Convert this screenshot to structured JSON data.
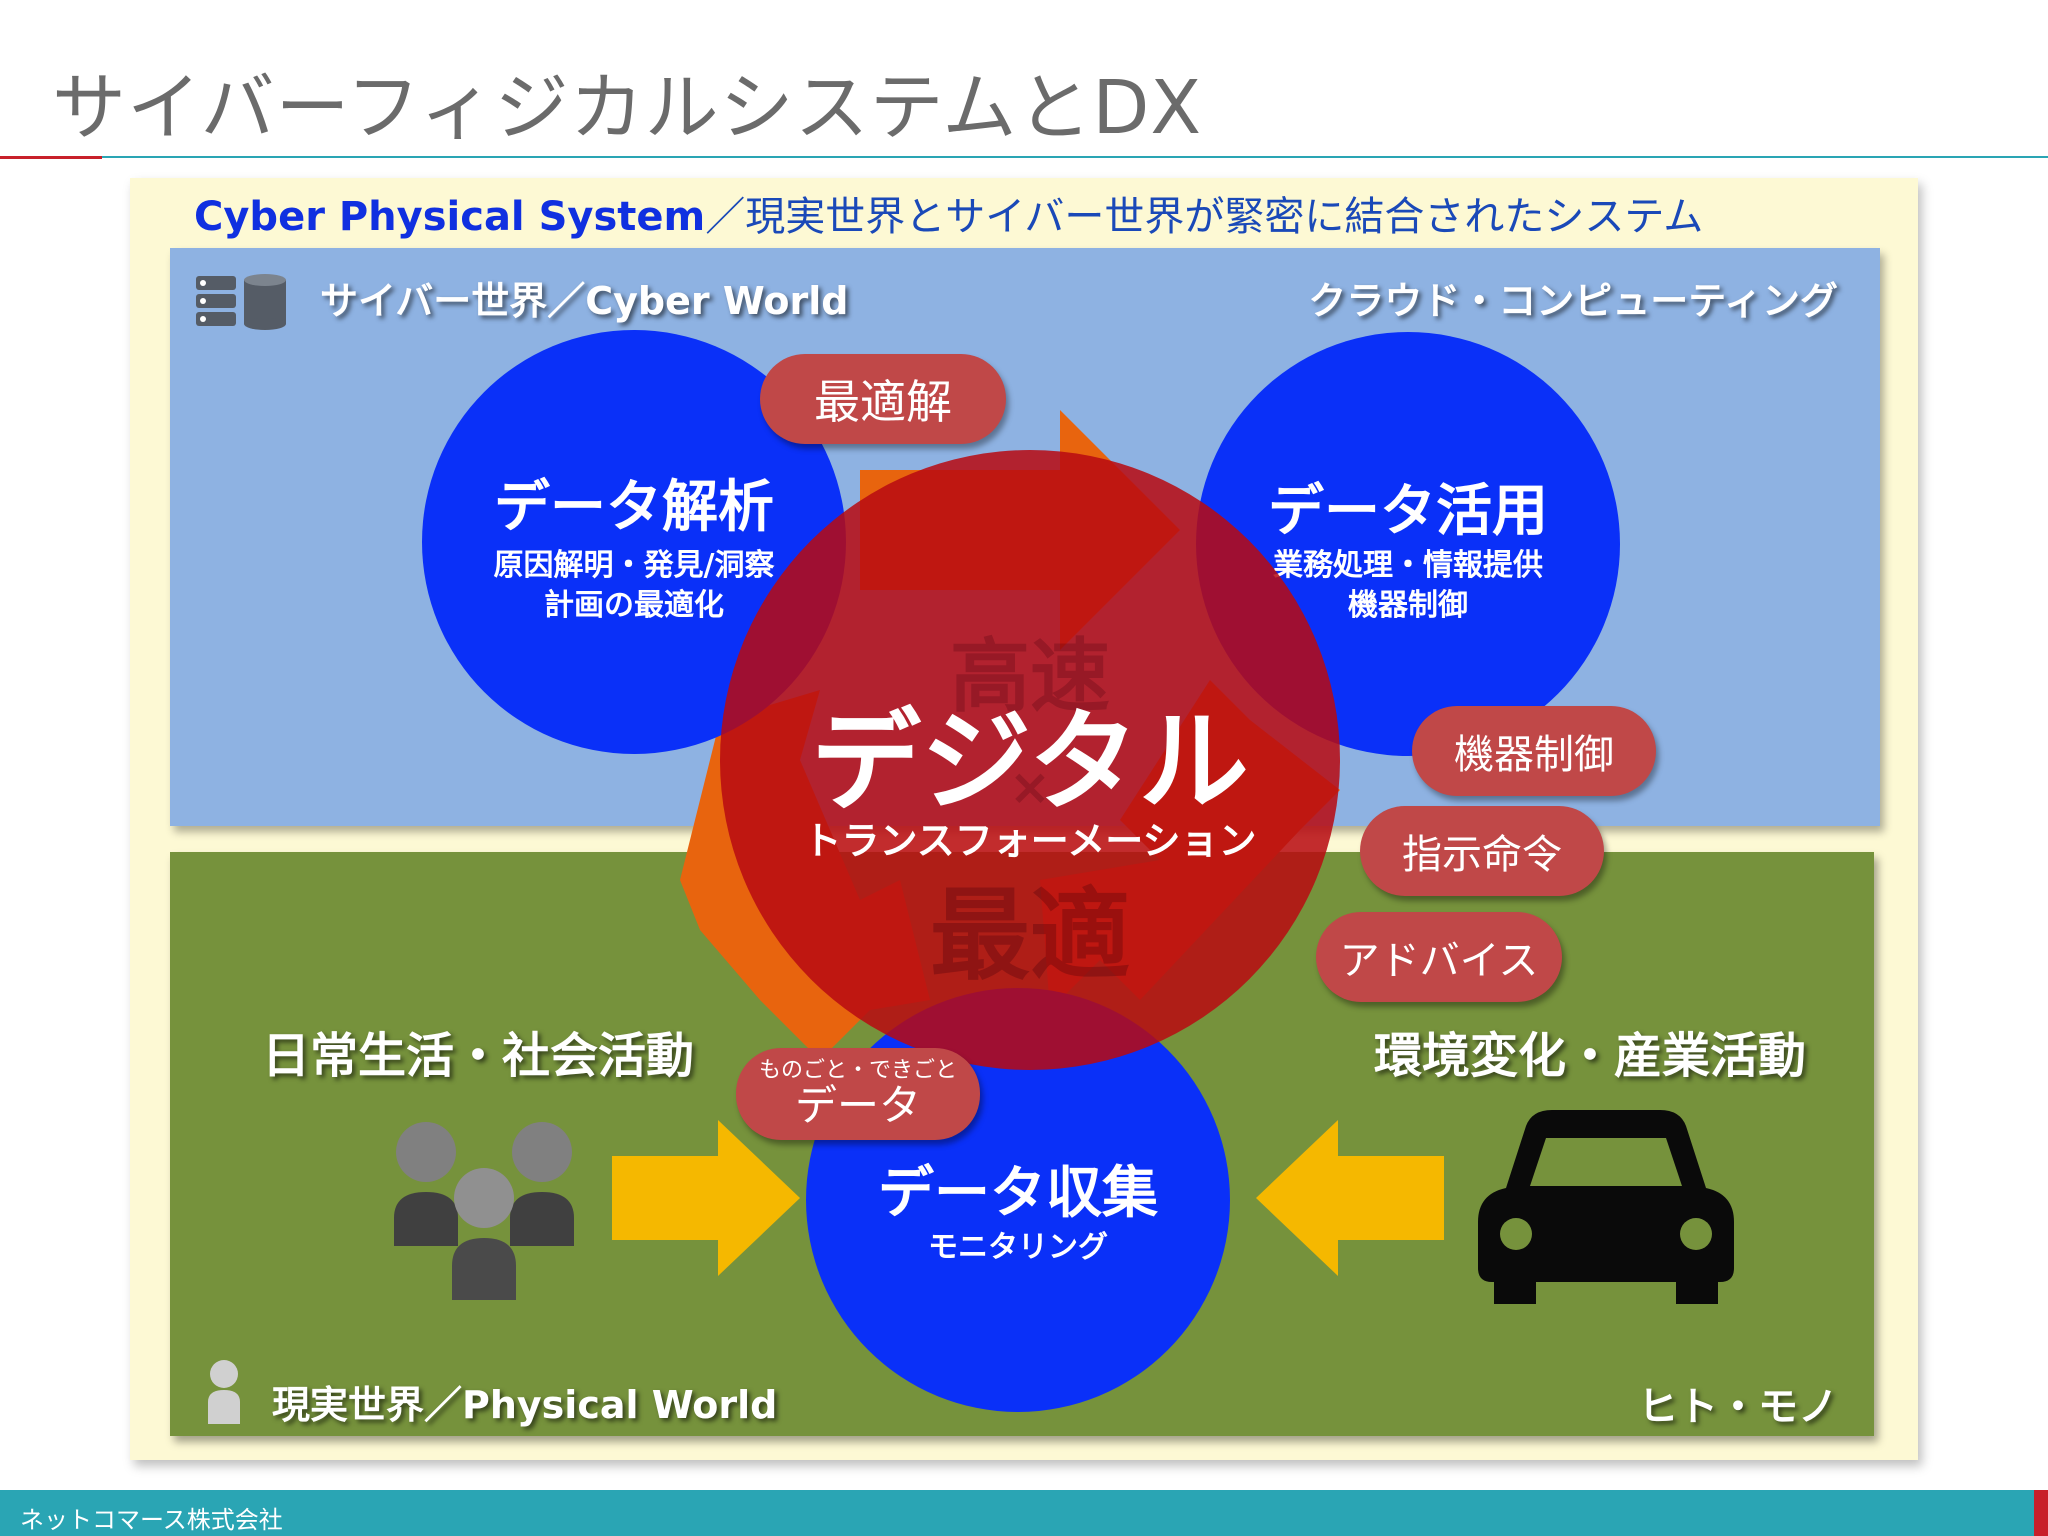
{
  "slide": {
    "title": "サイバーフィジカルシステムとDX"
  },
  "frame": {
    "title_em": "Cyber Physical System",
    "title_rest": "／現実世界とサイバー世界が緊密に結合されたシステム"
  },
  "cyber": {
    "label": "サイバー世界／Cyber World",
    "corner_label": "クラウド・コンピューティング",
    "analysis": {
      "title": "データ解析",
      "line1": "原因解明・発見/洞察",
      "line2": "計画の最適化"
    },
    "utilization": {
      "title": "データ活用",
      "line1": "業務処理・情報提供",
      "line2": "機器制御"
    }
  },
  "physical": {
    "label": "現実世界／Physical World",
    "corner_label": "ヒト・モノ",
    "left_label": "日常生活・社会活動",
    "right_label": "環境変化・産業活動",
    "collection": {
      "title": "データ収集",
      "subtitle": "モニタリング"
    }
  },
  "pills": {
    "optimal": "最適解",
    "control": "機器制御",
    "command": "指示命令",
    "advice": "アドバイス",
    "data_small": "ものごと・できごと",
    "data_big": "データ"
  },
  "center": {
    "title": "デジタル",
    "subtitle": "トランスフォーメーション",
    "wm1": "高速",
    "wm_x": "×",
    "wm2": "最適"
  },
  "footer": {
    "company": "ネットコマース株式会社"
  },
  "colors": {
    "circle_blue": "#0a30f8",
    "center_red": "#b80d16",
    "arrow_orange": "#e8640e",
    "arrow_yellow": "#f5b800",
    "pill_red": "#c04848"
  }
}
